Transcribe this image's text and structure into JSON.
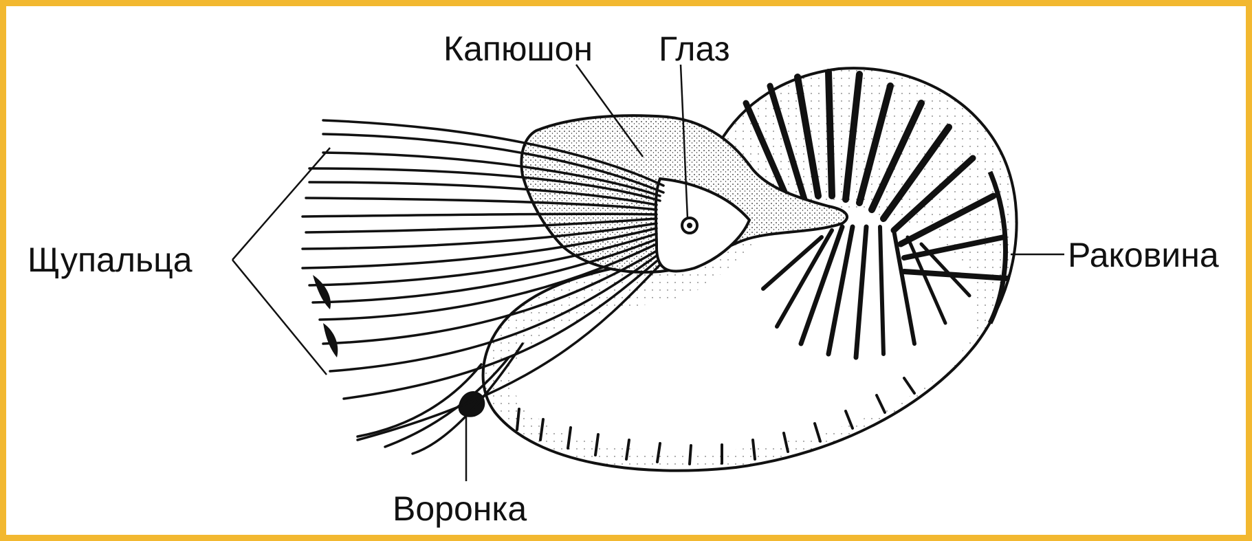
{
  "diagram": {
    "subject": "nautilus",
    "labels": {
      "hood": "Капюшон",
      "eye": "Глаз",
      "tentacles": "Щупальца",
      "shell": "Раковина",
      "funnel": "Воронка"
    }
  },
  "colors": {
    "frame_border": "#f2b830",
    "background": "#ffffff",
    "ink": "#111111"
  }
}
